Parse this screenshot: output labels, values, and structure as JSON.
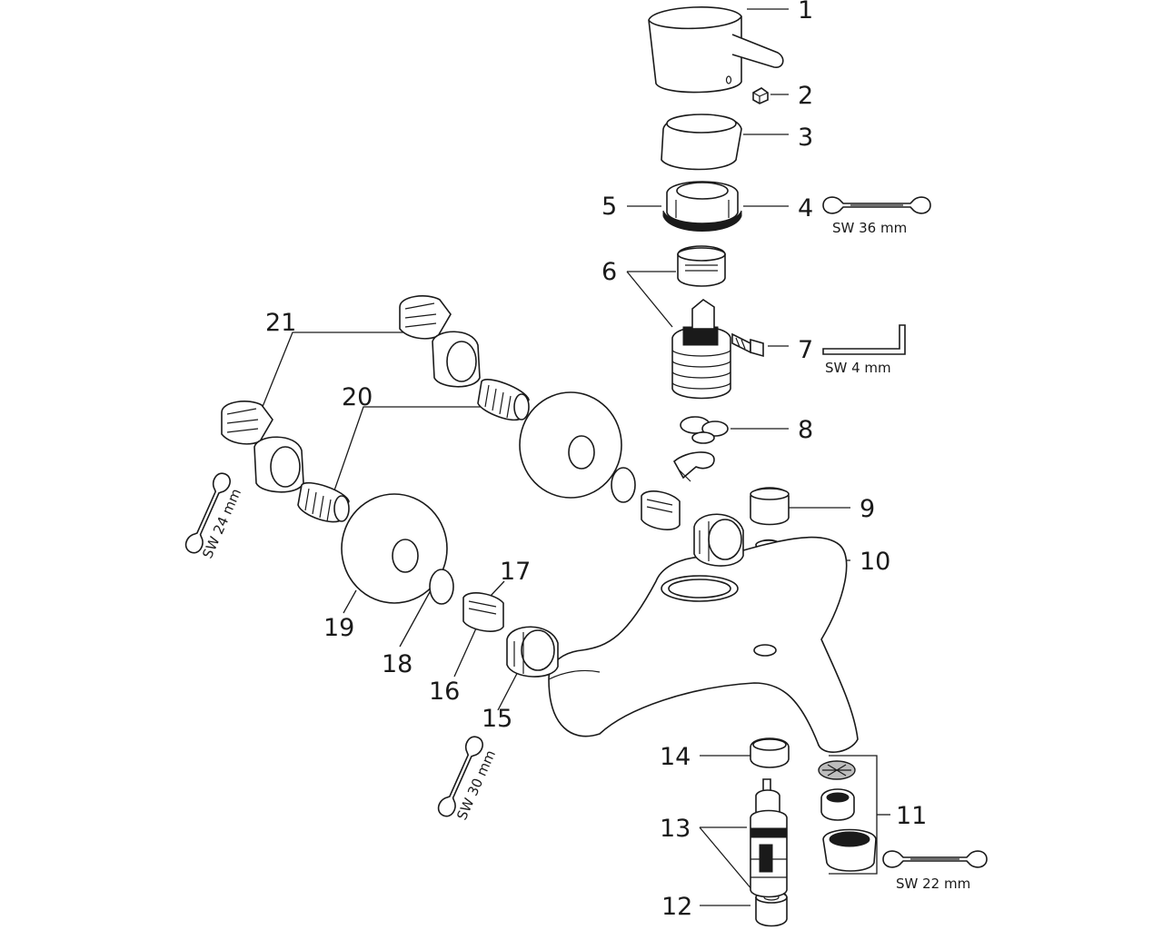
{
  "diagram": {
    "parts": [
      {
        "id": "1",
        "label": "1"
      },
      {
        "id": "2",
        "label": "2"
      },
      {
        "id": "3",
        "label": "3"
      },
      {
        "id": "4",
        "label": "4"
      },
      {
        "id": "5",
        "label": "5"
      },
      {
        "id": "6",
        "label": "6"
      },
      {
        "id": "7",
        "label": "7"
      },
      {
        "id": "8",
        "label": "8"
      },
      {
        "id": "9",
        "label": "9"
      },
      {
        "id": "10",
        "label": "10"
      },
      {
        "id": "11",
        "label": "11"
      },
      {
        "id": "12",
        "label": "12"
      },
      {
        "id": "13",
        "label": "13"
      },
      {
        "id": "14",
        "label": "14"
      },
      {
        "id": "15",
        "label": "15"
      },
      {
        "id": "16",
        "label": "16"
      },
      {
        "id": "17",
        "label": "17"
      },
      {
        "id": "18",
        "label": "18"
      },
      {
        "id": "19",
        "label": "19"
      },
      {
        "id": "20",
        "label": "20"
      },
      {
        "id": "21",
        "label": "21"
      }
    ],
    "tools": {
      "sw36": "SW 36 mm",
      "sw4": "SW 4 mm",
      "sw24": "SW 24 mm",
      "sw30": "SW 30 mm",
      "sw22": "SW 22 mm"
    }
  },
  "icons": {
    "wrench": "open-end-wrench-icon",
    "hex_key": "hex-key-icon"
  }
}
